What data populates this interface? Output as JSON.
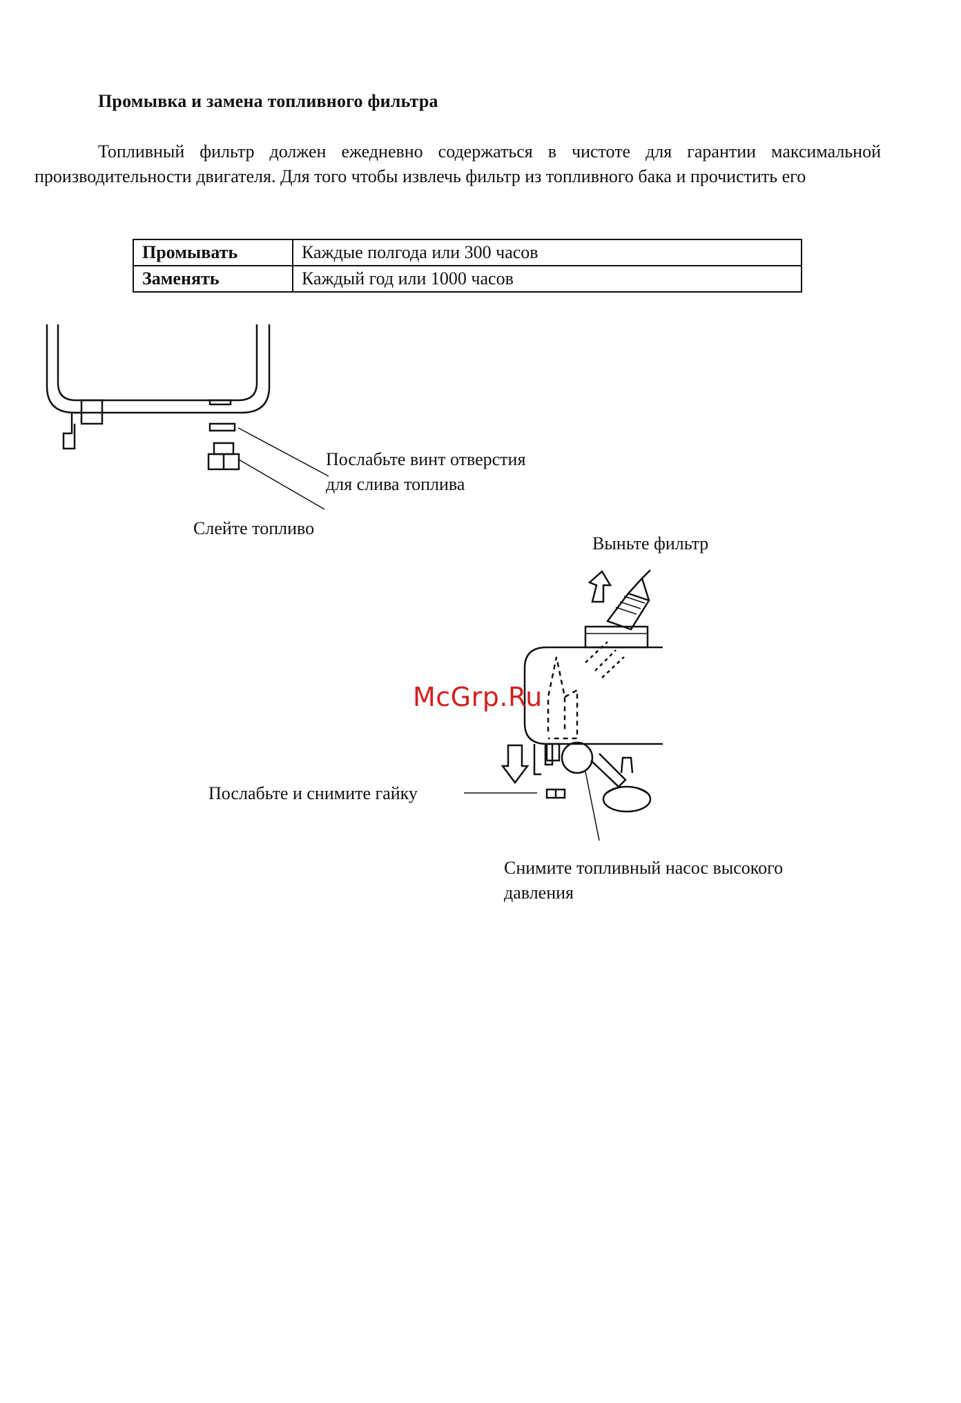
{
  "heading": "Промывка и замена топливного фильтра",
  "intro": "Топливный фильтр должен ежедневно содержаться в чистоте для гарантии максимальной производительности двигателя. Для того чтобы извлечь фильтр из топливного бака и прочистить его",
  "schedule": [
    {
      "action": "Промывать",
      "interval": "Каждые полгода или 300 часов"
    },
    {
      "action": "Заменять",
      "interval": "Каждый год или 1000 часов"
    }
  ],
  "labels": {
    "loosen_screw_line1": "Послабьте винт отверстия",
    "loosen_screw_line2": "для слива топлива",
    "drain_fuel": "Слейте топливо",
    "remove_filter": "Выньте фильтр",
    "loosen_nut": "Послабьте и снимите гайку",
    "remove_pump_line1": "Снимите топливный насос высокого",
    "remove_pump_line2": "давления"
  },
  "watermark": "McGrp.Ru"
}
